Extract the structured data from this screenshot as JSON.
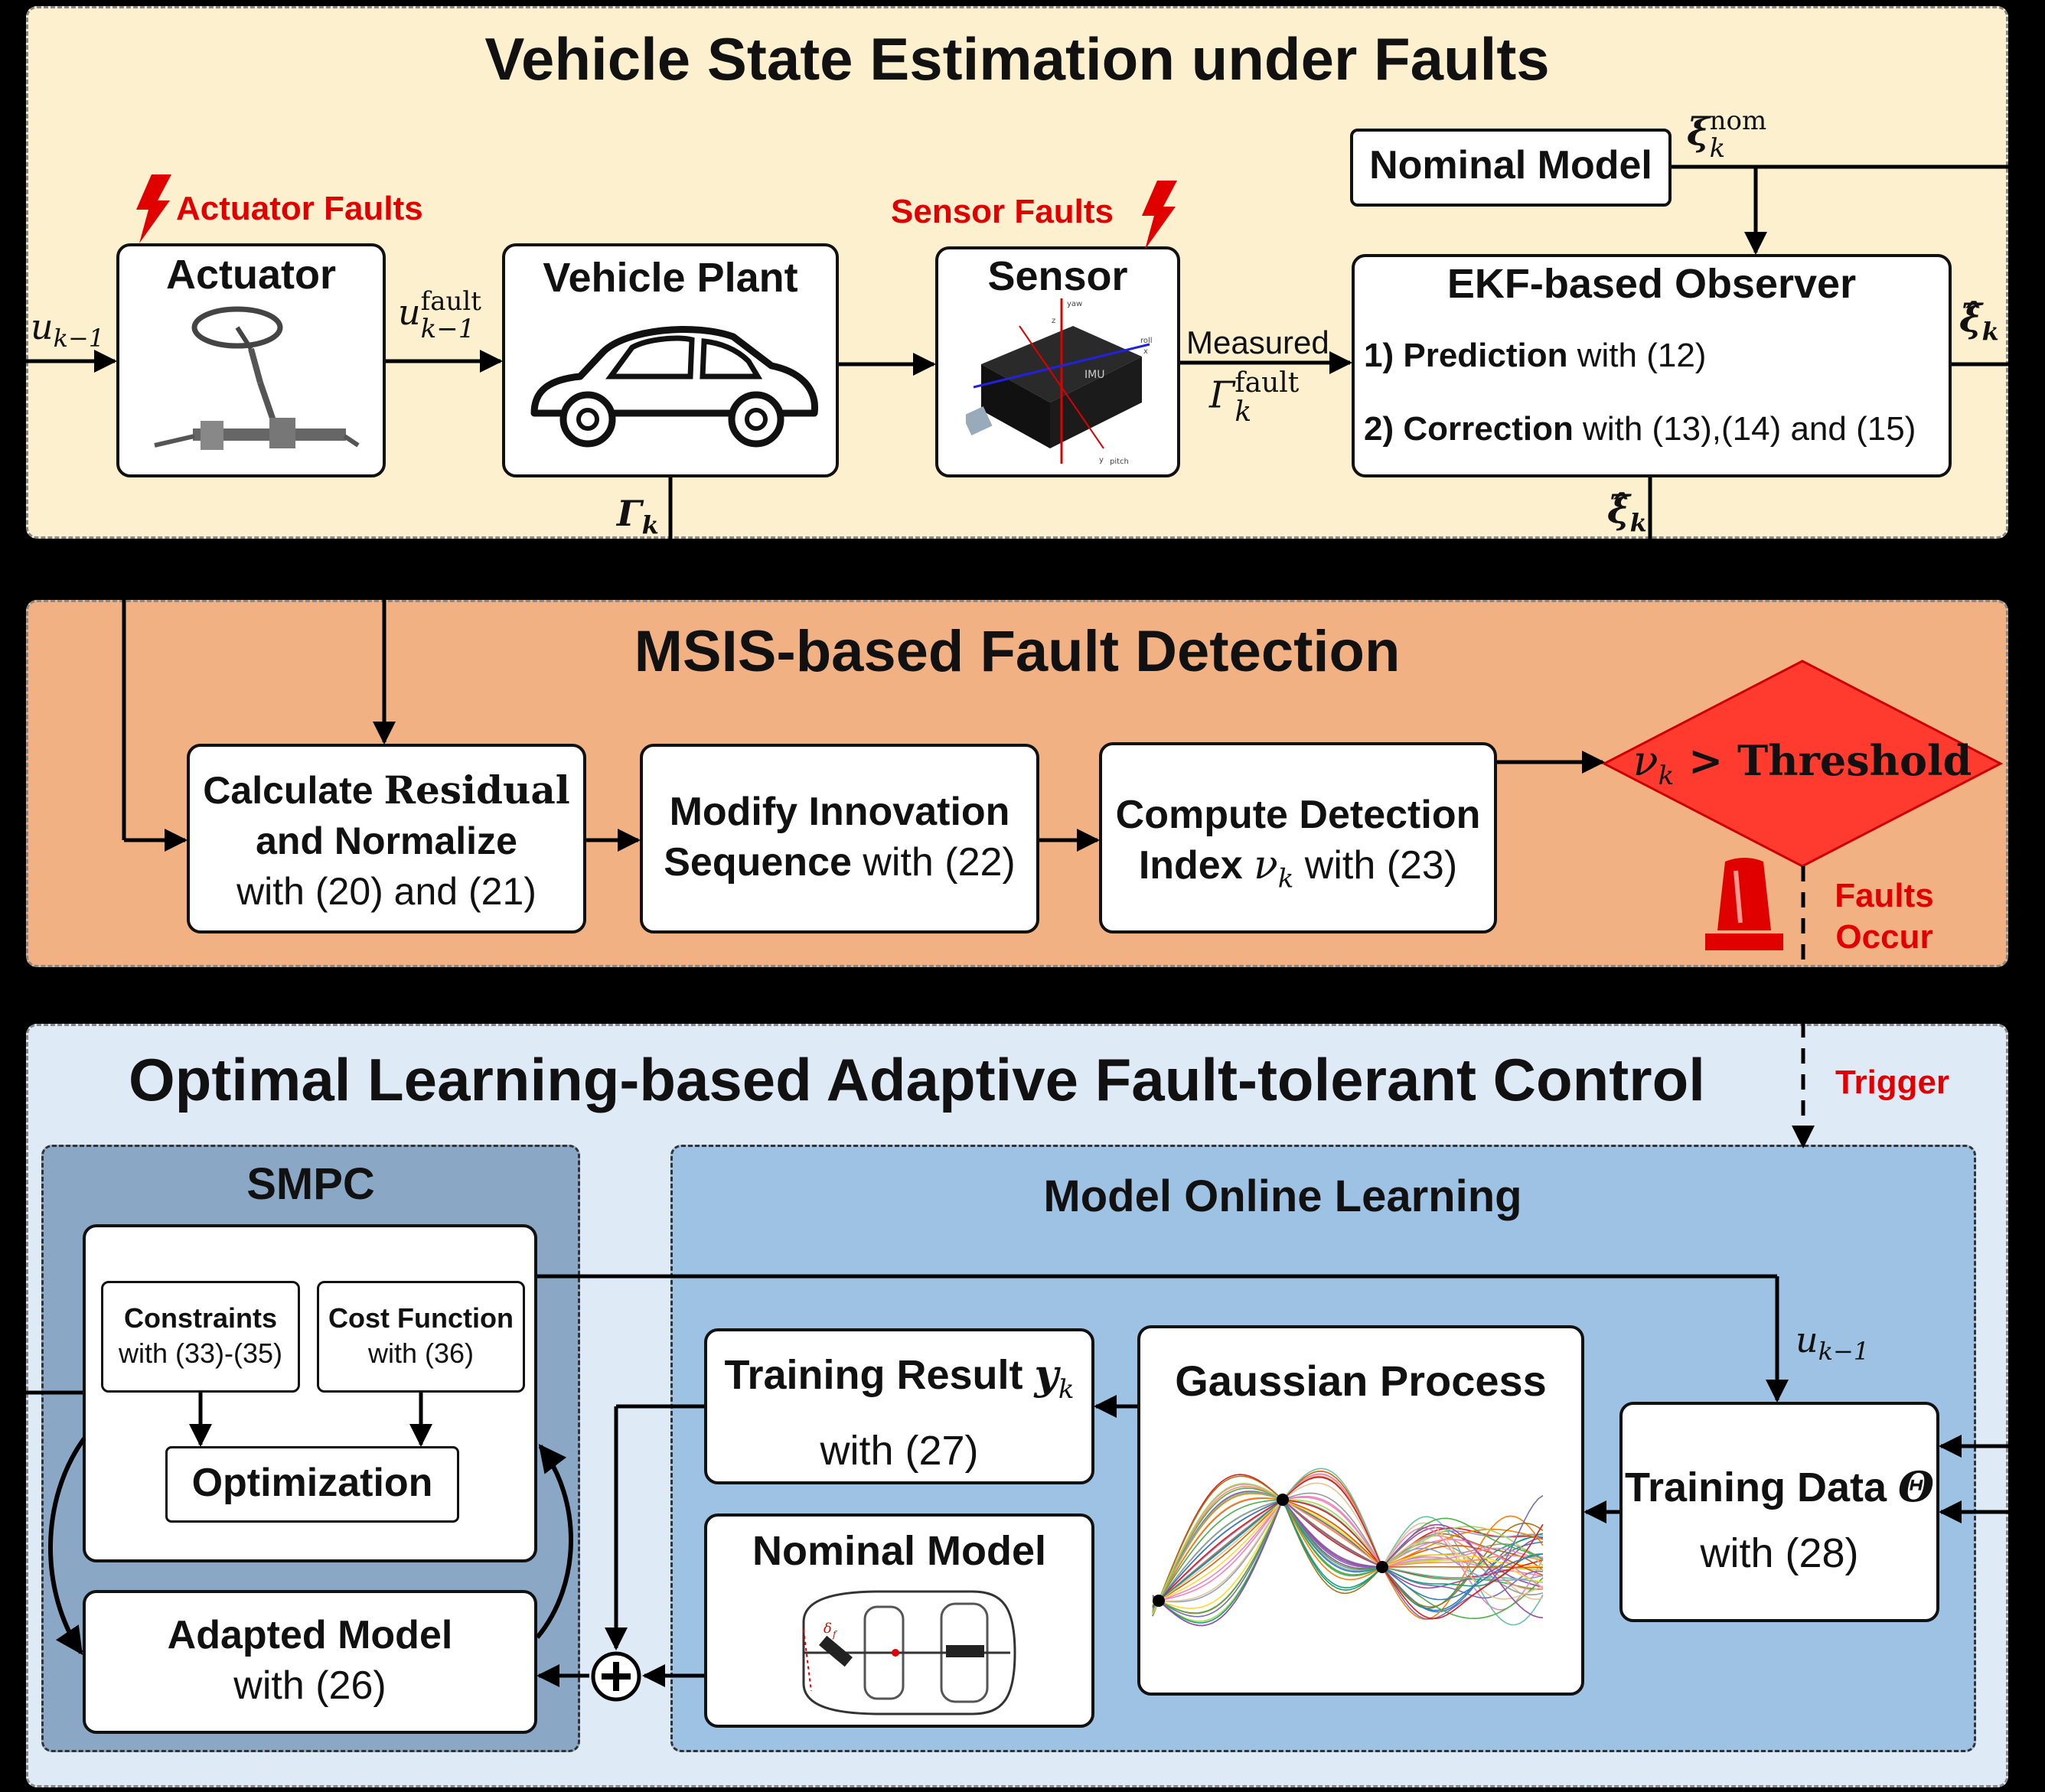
{
  "section1": {
    "title": "Vehicle State Estimation under Faults",
    "actuator_faults": "Actuator Faults",
    "sensor_faults": "Sensor Faults",
    "actuator": "Actuator",
    "vehicle_plant": "Vehicle Plant",
    "sensor": "Sensor",
    "nominal_model": "Nominal Model",
    "observer_title": "EKF-based Observer",
    "prediction_bold": "1) Prediction",
    "prediction_rest": " with (12)",
    "correction_bold": "2) Correction",
    "correction_rest": " with (13),(14) and (15)",
    "measured": "Measured",
    "sym_u": "u",
    "sym_u_sub": "k−1",
    "sym_ufault_sup": "fault",
    "sym_gamma": "Γ",
    "sym_gamma_sub": "k",
    "sym_gamma_fault_sup": "fault",
    "sym_xi": "ξ",
    "sym_xi_nom_sup": "nom",
    "sym_xihat": "ξ̂",
    "sym_k": "k",
    "imu_label": "IMU",
    "imu_axes": [
      "yaw",
      "roll",
      "pitch",
      "z",
      "x",
      "y"
    ]
  },
  "section2": {
    "title": "MSIS-based Fault Detection",
    "box1_line1a": "Calculate ",
    "box1_line1b": "Residual",
    "box1_line2": "and Normalize",
    "box1_line3": "with (20) and (21)",
    "box2_line1": "Modify Innovation",
    "box2_line2a": "Sequence",
    "box2_line2b": " with (22)",
    "box3_line1": "Compute Detection",
    "box3_line2a": "Index ",
    "box3_line2b": "ν",
    "box3_line2c": "k",
    "box3_line2d": " with (23)",
    "threshold_nu": "ν",
    "threshold_sub": "k",
    "threshold_rest": " > Threshold",
    "faults_occur_1": "Faults",
    "faults_occur_2": "Occur"
  },
  "section3": {
    "title": "Optimal Learning-based Adaptive Fault-tolerant Control",
    "trigger": "Trigger",
    "smpc": "SMPC",
    "constraints": "Constraints",
    "constraints_eq": "with (33)-(35)",
    "cost_function": "Cost Function",
    "cost_eq": "with (36)",
    "optimization": "Optimization",
    "adapted_model": "Adapted Model",
    "adapted_eq": "with (26)",
    "model_online_learning": "Model Online Learning",
    "training_result": "Training Result ",
    "training_result_y": "y",
    "training_result_sub": "k",
    "training_result_eq": "with (27)",
    "gaussian_process": "Gaussian Process",
    "nominal_model": "Nominal Model",
    "nominal_delta": "δ",
    "nominal_delta_sub": "f",
    "training_data": "Training Data ",
    "training_data_theta": "Θ",
    "training_data_eq": "with (28)",
    "sym_u": "u",
    "sym_u_sub": "k−1"
  },
  "colors": {
    "section1_bg": "#fdf0cf",
    "section2_bg": "#f2b183",
    "section3_bg": "#deebf7",
    "smpc_bg": "#8aa8c6",
    "mol_bg": "#9dc2e4",
    "fault_red": "#e10000",
    "diamond_red": "#ff3b2f"
  }
}
